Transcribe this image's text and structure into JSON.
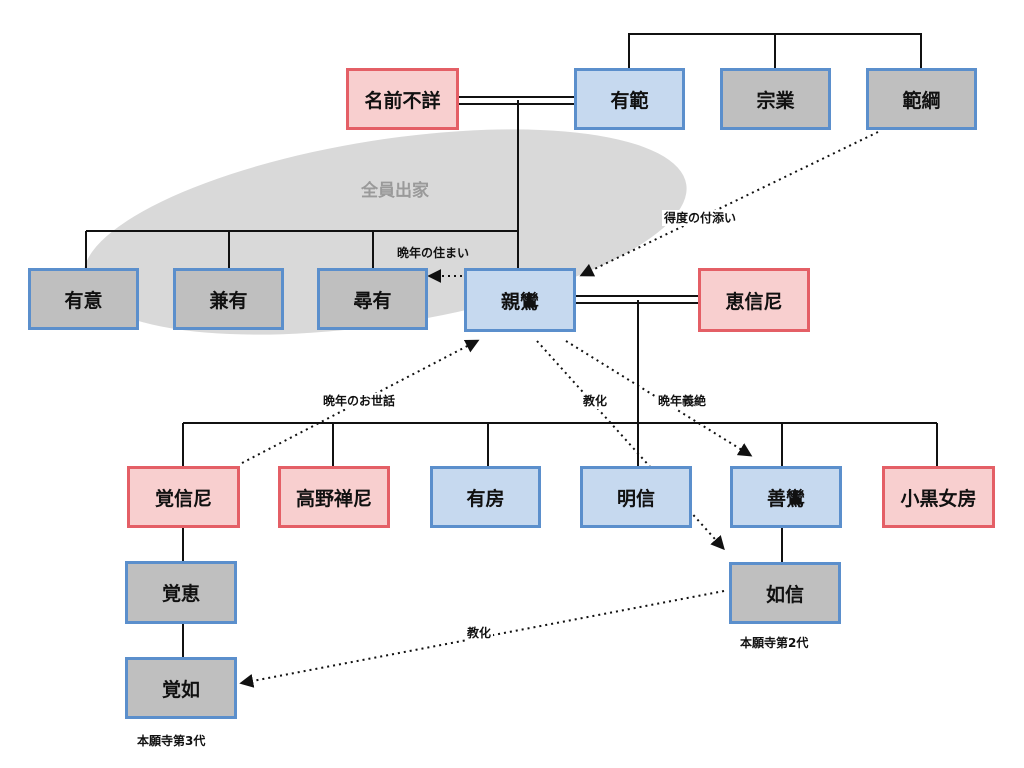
{
  "oval": {
    "label": "全員出家"
  },
  "persons": {
    "meizen_fusho": "名前不詳",
    "arinori": "有範",
    "munenari": "宗業",
    "noritsuna": "範綱",
    "uei": "有意",
    "kenyu": "兼有",
    "jinyu": "尋有",
    "shinran": "親鸞",
    "eshinni": "恵信尼",
    "kakushinni": "覚信尼",
    "takano_zenni": "高野禅尼",
    "ubo": "有房",
    "myoshin": "明信",
    "zenran": "善鸞",
    "koguro_nyobo": "小黒女房",
    "kakue": "覚恵",
    "nyoshin": "如信",
    "kakunyo": "覚如"
  },
  "annotations": {
    "tokudo": "得度の付添い",
    "bannen_sumai": "晩年の住まい",
    "bannen_osewa": "晩年のお世話",
    "kyoka_1": "教化",
    "bannen_gizetsu": "晩年義絶",
    "kyoka_2": "教化",
    "nyoshin_title": "本願寺第2代",
    "kakunyo_title": "本願寺第3代"
  },
  "colors": {
    "male_fill": "#c6d9ef",
    "monk_fill": "#bfbfbf",
    "female_fill": "#f8cfcf",
    "male_border": "#5b8fcc",
    "female_border": "#e45f66",
    "line": "#111111",
    "oval": "#d9d9d9"
  }
}
